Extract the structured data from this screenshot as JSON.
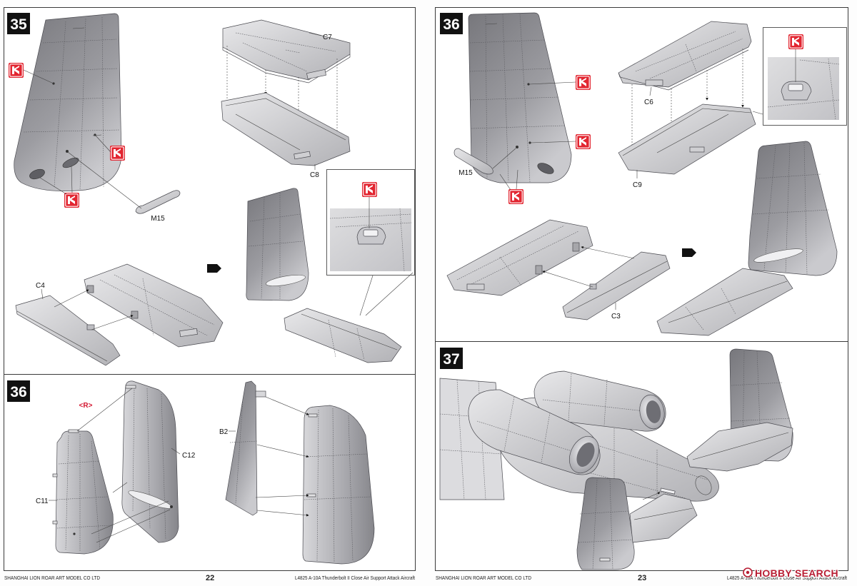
{
  "steps": {
    "s35": {
      "number": "35",
      "labels": {
        "c7": "C7",
        "c8": "C8",
        "c4": "C4",
        "m15": "M15"
      }
    },
    "s36_left": {
      "number": "36",
      "labels": {
        "side": "<R>",
        "c12": "C12",
        "c11": "C11",
        "b2": "B2"
      }
    },
    "s36_right": {
      "number": "36",
      "labels": {
        "c6": "C6",
        "c9": "C9",
        "m15": "M15",
        "c3": "C3"
      }
    },
    "s37": {
      "number": "37"
    }
  },
  "pages": [
    {
      "footer": {
        "company": "SHANGHAI LION ROAR ART MODEL CO LTD",
        "page_number": "22",
        "product": "L4825 A-10A Thunderbolt II Close Air Support Attack Aircraft"
      }
    },
    {
      "footer": {
        "company": "SHANGHAI LION ROAR ART MODEL CO LTD",
        "page_number": "23",
        "product": "L4825 A-10A Thunderbolt II Close Air Support Attack Aircraft"
      }
    }
  ],
  "watermark": {
    "text": "HOBBY SEARCH",
    "color": "#b81d33"
  },
  "icons": {
    "cement": "cement-icon",
    "pointer": "arrow-right-icon"
  },
  "colors": {
    "cement_red": "#e22631",
    "badge": "#111111",
    "part_gray": "#b4b4b8"
  }
}
